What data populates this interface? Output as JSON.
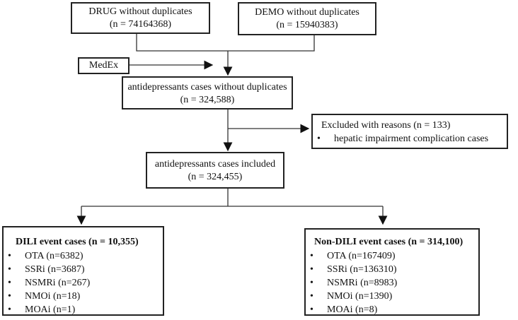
{
  "drug": {
    "title": "DRUG without duplicates",
    "n": "(n = 74164368)"
  },
  "demo": {
    "title": "DEMO without duplicates",
    "n": "(n = 15940383)"
  },
  "medex": "MedEx",
  "cases": {
    "title": "antidepressants cases without duplicates",
    "n": "(n = 324,588)"
  },
  "excluded": {
    "title": "Excluded with reasons (n = 133)",
    "items": [
      "hepatic impairment complication cases"
    ]
  },
  "included": {
    "title": "antidepressants cases included",
    "n": "(n = 324,455)"
  },
  "dili": {
    "title": "DILI event cases (n = 10,355)",
    "items": [
      "OTA (n=6382)",
      "SSRi (n=3687)",
      "NSMRi (n=267)",
      "NMOi (n=18)",
      "MOAi (n=1)"
    ]
  },
  "nondili": {
    "title": "Non-DILI event cases (n = 314,100)",
    "items": [
      "OTA (n=167409)",
      "SSRi (n=136310)",
      "NSMRi (n=8983)",
      "NMOi (n=1390)",
      "MOAi (n=8)"
    ]
  }
}
